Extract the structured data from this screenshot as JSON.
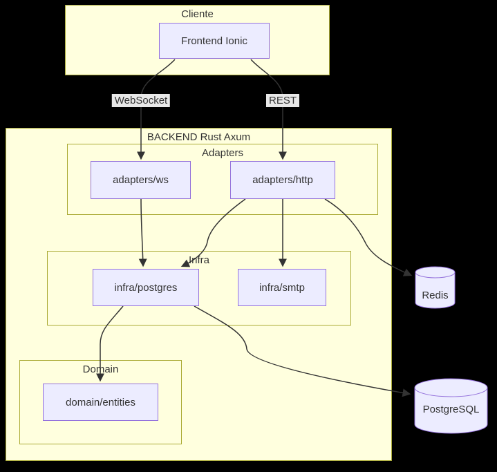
{
  "diagram": {
    "type": "flowchart",
    "clusters": {
      "cliente": {
        "label": "Cliente"
      },
      "backend": {
        "label": "BACKEND Rust Axum"
      },
      "adapters": {
        "label": "Adapters"
      },
      "infra": {
        "label": "Infra"
      },
      "domain": {
        "label": "Domain"
      }
    },
    "nodes": {
      "frontend": {
        "label": "Frontend Ionic",
        "shape": "rect"
      },
      "adapters_ws": {
        "label": "adapters/ws",
        "shape": "rect"
      },
      "adapters_http": {
        "label": "adapters/http",
        "shape": "rect"
      },
      "infra_postgres": {
        "label": "infra/postgres",
        "shape": "rect"
      },
      "infra_smtp": {
        "label": "infra/smtp",
        "shape": "rect"
      },
      "domain_entities": {
        "label": "domain/entities",
        "shape": "rect"
      },
      "redis": {
        "label": "Redis",
        "shape": "cylinder"
      },
      "postgresql": {
        "label": "PostgreSQL",
        "shape": "cylinder"
      }
    },
    "edge_labels": {
      "websocket": "WebSocket",
      "rest": "REST"
    },
    "edges": [
      {
        "from": "Frontend Ionic",
        "to": "adapters/ws",
        "label": "WebSocket"
      },
      {
        "from": "Frontend Ionic",
        "to": "adapters/http",
        "label": "REST"
      },
      {
        "from": "adapters/ws",
        "to": "infra/postgres",
        "label": ""
      },
      {
        "from": "adapters/http",
        "to": "infra/postgres",
        "label": ""
      },
      {
        "from": "adapters/http",
        "to": "infra/smtp",
        "label": ""
      },
      {
        "from": "adapters/http",
        "to": "Redis",
        "label": ""
      },
      {
        "from": "infra/postgres",
        "to": "domain/entities",
        "label": ""
      },
      {
        "from": "infra/postgres",
        "to": "PostgreSQL",
        "label": ""
      }
    ],
    "colors": {
      "canvas_bg": "#000000",
      "cluster_fill": "#ffffde",
      "cluster_border": "#aaaa33",
      "node_fill": "#ececff",
      "node_border": "#9370db",
      "edge": "#333333",
      "edge_label_bg": "#e8e8e8",
      "text": "#333333"
    }
  }
}
